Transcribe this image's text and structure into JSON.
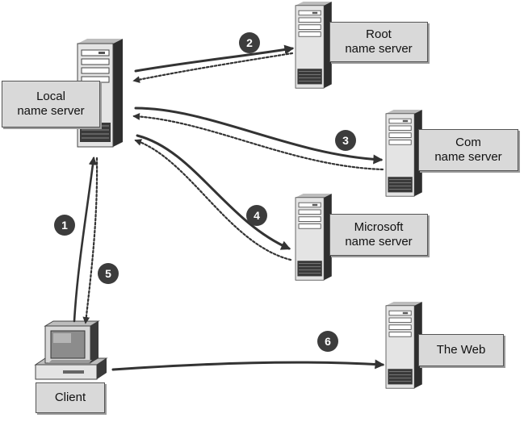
{
  "nodes": {
    "local": {
      "line1": "Local",
      "line2": "name server"
    },
    "root": {
      "line1": "Root",
      "line2": "name server"
    },
    "com": {
      "line1": "Com",
      "line2": "name server"
    },
    "microsoft": {
      "line1": "Microsoft",
      "line2": "name server"
    },
    "client": {
      "line1": "Client"
    },
    "web": {
      "line1": "The Web"
    }
  },
  "steps": [
    "1",
    "2",
    "3",
    "4",
    "5",
    "6"
  ],
  "colors": {
    "label_bg": "#d9d9d9",
    "server_light": "#e6e6e6",
    "server_dark": "#3a3a3a",
    "arrow": "#333333",
    "badge": "#3c3c3c"
  }
}
